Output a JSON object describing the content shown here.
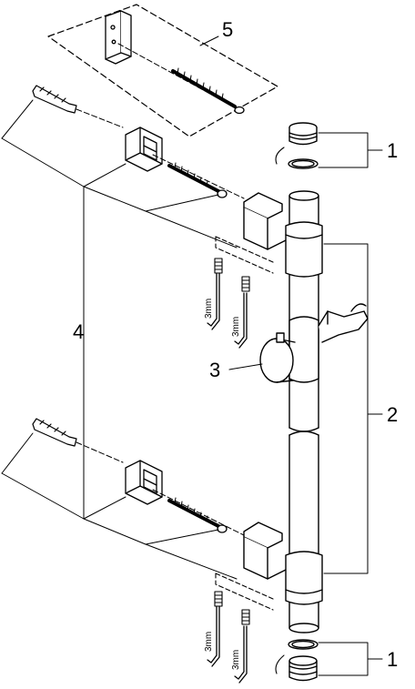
{
  "diagram": {
    "callouts": {
      "cap_and_seal_top": "1",
      "rail": "2",
      "slider": "3",
      "wall_fixings": "4",
      "adapter_kit": "5",
      "cap_and_seal_bottom": "1"
    },
    "hex_key_labels": {
      "top_left": "3mm",
      "top_right": "3mm",
      "bottom_left": "3mm",
      "bottom_right": "3mm"
    }
  }
}
